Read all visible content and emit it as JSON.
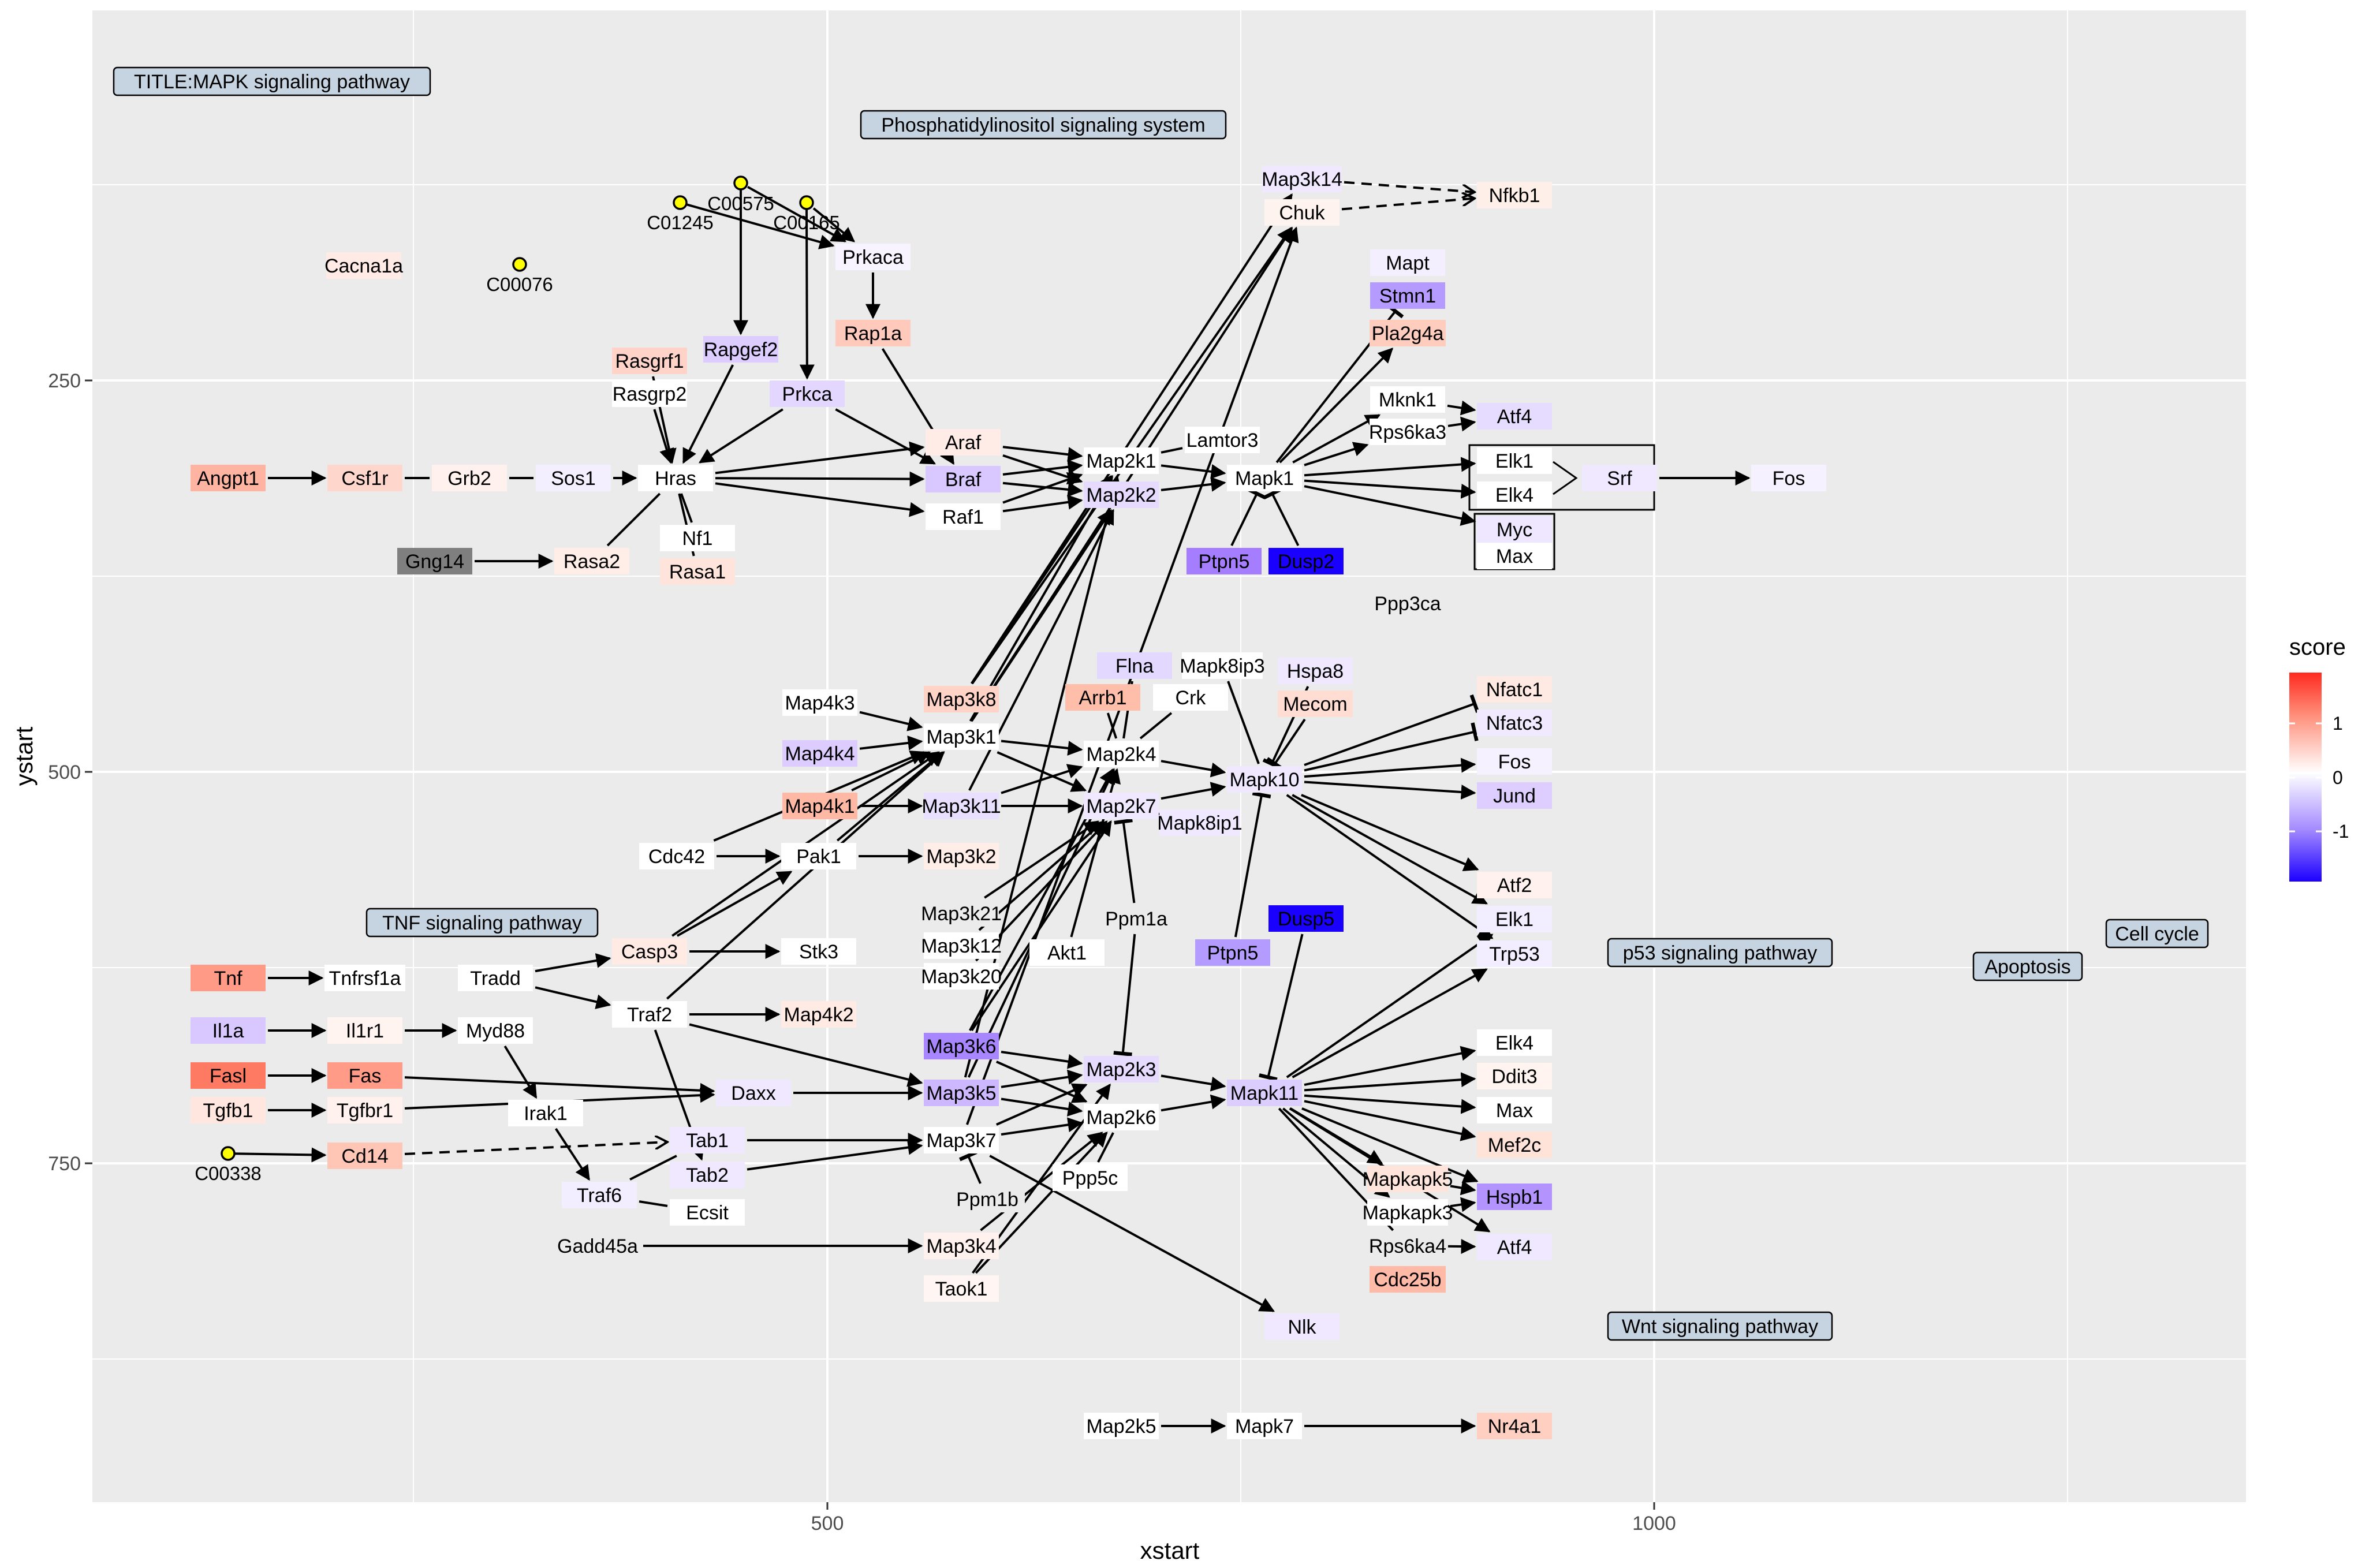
{
  "plot": {
    "xlabel": "xstart",
    "ylabel": "ystart",
    "x_ticks": [
      "500",
      "1000"
    ],
    "y_ticks": [
      "250",
      "500",
      "750"
    ],
    "colors": {
      "panel": "#ebebeb",
      "grid": "#ffffff",
      "edge": "#000000",
      "compound_fill": "#ffff00",
      "pathway_fill": "#c6d4e1"
    }
  },
  "legend": {
    "title": "score",
    "ticks": [
      "1",
      "0",
      "-1"
    ],
    "gradient": {
      "high": "#ff2a20",
      "mid": "#ffffff",
      "low": "#1c00ff"
    }
  },
  "pathway_nodes": [
    {
      "id": "title",
      "label": "TITLE:MAPK signaling pathway"
    },
    {
      "id": "pi",
      "label": "Phosphatidylinositol signaling system"
    },
    {
      "id": "tnf",
      "label": "TNF signaling pathway"
    },
    {
      "id": "p53",
      "label": "p53 signaling pathway"
    },
    {
      "id": "apop",
      "label": "Apoptosis"
    },
    {
      "id": "cellcycle",
      "label": "Cell cycle"
    },
    {
      "id": "wnt",
      "label": "Wnt signaling pathway"
    }
  ],
  "compounds": [
    {
      "id": "C01245",
      "label": "C01245"
    },
    {
      "id": "C00575",
      "label": "C00575"
    },
    {
      "id": "C00165",
      "label": "C00165"
    },
    {
      "id": "C00076",
      "label": "C00076"
    },
    {
      "id": "C00338",
      "label": "C00338"
    }
  ],
  "genes": [
    {
      "id": "Cacna1a",
      "label": "Cacna1a",
      "fill": "#ffeae6"
    },
    {
      "id": "Rapgef2",
      "label": "Rapgef2",
      "fill": "#dcccff"
    },
    {
      "id": "Prkaca",
      "label": "Prkaca",
      "fill": "#f7f3ff"
    },
    {
      "id": "Rap1a",
      "label": "Rap1a",
      "fill": "#ffc9bb"
    },
    {
      "id": "Rasgrf1",
      "label": "Rasgrf1",
      "fill": "#ffd3c8"
    },
    {
      "id": "Rasgrp2",
      "label": "Rasgrp2",
      "fill": "#ffffff"
    },
    {
      "id": "Prkca",
      "label": "Prkca",
      "fill": "#e3d6ff"
    },
    {
      "id": "Angpt1",
      "label": "Angpt1",
      "fill": "#ffb3a1"
    },
    {
      "id": "Csf1r",
      "label": "Csf1r",
      "fill": "#ffd6cb"
    },
    {
      "id": "Grb2",
      "label": "Grb2",
      "fill": "#fff1ed"
    },
    {
      "id": "Sos1",
      "label": "Sos1",
      "fill": "#f4efff"
    },
    {
      "id": "Hras",
      "label": "Hras",
      "fill": "#ffffff"
    },
    {
      "id": "Nf1",
      "label": "Nf1",
      "fill": "#ffffff"
    },
    {
      "id": "Rasa1",
      "label": "Rasa1",
      "fill": "#ffe4dc"
    },
    {
      "id": "Gng14",
      "label": "Gng14",
      "fill": "#7f7f7f"
    },
    {
      "id": "Rasa2",
      "label": "Rasa2",
      "fill": "#ffede8"
    },
    {
      "id": "Araf",
      "label": "Araf",
      "fill": "#ffece6"
    },
    {
      "id": "Braf",
      "label": "Braf",
      "fill": "#d9c8ff"
    },
    {
      "id": "Raf1",
      "label": "Raf1",
      "fill": "#ffffff"
    },
    {
      "id": "Map2k1",
      "label": "Map2k1",
      "fill": "#ffffff"
    },
    {
      "id": "Map2k2",
      "label": "Map2k2",
      "fill": "#e6dbff"
    },
    {
      "id": "Lamtor3",
      "label": "Lamtor3",
      "fill": "#ffffff"
    },
    {
      "id": "Mapk1",
      "label": "Mapk1",
      "fill": "#ffffff"
    },
    {
      "id": "Ptpn5a",
      "label": "Ptpn5",
      "fill": "#a57dff"
    },
    {
      "id": "Dusp2",
      "label": "Dusp2",
      "fill": "#1a00ff"
    },
    {
      "id": "Map3k14",
      "label": "Map3k14",
      "fill": "#efe8ff"
    },
    {
      "id": "Chuk",
      "label": "Chuk",
      "fill": "#fff3ef"
    },
    {
      "id": "Nfkb1",
      "label": "Nfkb1",
      "fill": "#ffefe9"
    },
    {
      "id": "Mapt",
      "label": "Mapt",
      "fill": "#f4efff"
    },
    {
      "id": "Stmn1",
      "label": "Stmn1",
      "fill": "#b59aff"
    },
    {
      "id": "Pla2g4a",
      "label": "Pla2g4a",
      "fill": "#ffcdbd"
    },
    {
      "id": "Mknk1",
      "label": "Mknk1",
      "fill": "#ffffff"
    },
    {
      "id": "Rps6ka3",
      "label": "Rps6ka3",
      "fill": "#ffffff"
    },
    {
      "id": "Atf4a",
      "label": "Atf4",
      "fill": "#e6dcff"
    },
    {
      "id": "Elk1a",
      "label": "Elk1",
      "fill": "#ffffff"
    },
    {
      "id": "Elk4a",
      "label": "Elk4",
      "fill": "#ffffff"
    },
    {
      "id": "Srf",
      "label": "Srf",
      "fill": "#efe8ff"
    },
    {
      "id": "Fosa",
      "label": "Fos",
      "fill": "#f5f1ff"
    },
    {
      "id": "Myc",
      "label": "Myc",
      "fill": "#efe7ff"
    },
    {
      "id": "Maxa",
      "label": "Max",
      "fill": "#ffffff"
    },
    {
      "id": "Ppp3ca",
      "label": "Ppp3ca",
      "fill": "#ebebeb"
    },
    {
      "id": "Map4k3",
      "label": "Map4k3",
      "fill": "#ffffff"
    },
    {
      "id": "Map4k4",
      "label": "Map4k4",
      "fill": "#dcccff"
    },
    {
      "id": "Map4k1",
      "label": "Map4k1",
      "fill": "#ffb8a4"
    },
    {
      "id": "Map3k8",
      "label": "Map3k8",
      "fill": "#ffd3c6"
    },
    {
      "id": "Map3k1",
      "label": "Map3k1",
      "fill": "#ffffff"
    },
    {
      "id": "Map3k11",
      "label": "Map3k11",
      "fill": "#e9e0ff"
    },
    {
      "id": "Arrb1",
      "label": "Arrb1",
      "fill": "#ffbeaa"
    },
    {
      "id": "Flna",
      "label": "Flna",
      "fill": "#e3d8ff"
    },
    {
      "id": "Mapk8ip3",
      "label": "Mapk8ip3",
      "fill": "#ffffff"
    },
    {
      "id": "Crk",
      "label": "Crk",
      "fill": "#ffffff"
    },
    {
      "id": "Hspa8",
      "label": "Hspa8",
      "fill": "#efe8ff"
    },
    {
      "id": "Mecom",
      "label": "Mecom",
      "fill": "#ffddd2"
    },
    {
      "id": "Map2k4",
      "label": "Map2k4",
      "fill": "#ffffff"
    },
    {
      "id": "Map2k7",
      "label": "Map2k7",
      "fill": "#efe8ff"
    },
    {
      "id": "Mapk8ip1",
      "label": "Mapk8ip1",
      "fill": "#efe8ff"
    },
    {
      "id": "Mapk10",
      "label": "Mapk10",
      "fill": "#efe8ff"
    },
    {
      "id": "Nfatc1",
      "label": "Nfatc1",
      "fill": "#ffeae3"
    },
    {
      "id": "Nfatc3",
      "label": "Nfatc3",
      "fill": "#f1eaff"
    },
    {
      "id": "Fosb",
      "label": "Fos",
      "fill": "#f5f1ff"
    },
    {
      "id": "Jund",
      "label": "Jund",
      "fill": "#ddceff"
    },
    {
      "id": "Cdc42",
      "label": "Cdc42",
      "fill": "#ffffff"
    },
    {
      "id": "Pak1",
      "label": "Pak1",
      "fill": "#ffffff"
    },
    {
      "id": "Map3k2",
      "label": "Map3k2",
      "fill": "#ffede7"
    },
    {
      "id": "Map3k21",
      "label": "Map3k21",
      "fill": "#ebebeb"
    },
    {
      "id": "Map3k12",
      "label": "Map3k12",
      "fill": "#ffffff"
    },
    {
      "id": "Map3k20",
      "label": "Map3k20",
      "fill": "#ffffff"
    },
    {
      "id": "Ppm1a",
      "label": "Ppm1a",
      "fill": "#ebebeb"
    },
    {
      "id": "Akt1",
      "label": "Akt1",
      "fill": "#ffffff"
    },
    {
      "id": "Stk3",
      "label": "Stk3",
      "fill": "#ffffff"
    },
    {
      "id": "Casp3",
      "label": "Casp3",
      "fill": "#ffeae4"
    },
    {
      "id": "Dusp5",
      "label": "Dusp5",
      "fill": "#1a00ff"
    },
    {
      "id": "Ptpn5b",
      "label": "Ptpn5",
      "fill": "#b49bff"
    },
    {
      "id": "Atf2",
      "label": "Atf2",
      "fill": "#fff2ee"
    },
    {
      "id": "Elk1b",
      "label": "Elk1",
      "fill": "#f3eeff"
    },
    {
      "id": "Trp53",
      "label": "Trp53",
      "fill": "#f3eeff"
    },
    {
      "id": "Tnf",
      "label": "Tnf",
      "fill": "#ff9a86"
    },
    {
      "id": "Tnfrsf1a",
      "label": "Tnfrsf1a",
      "fill": "#ffffff"
    },
    {
      "id": "Tradd",
      "label": "Tradd",
      "fill": "#ffffff"
    },
    {
      "id": "Traf2",
      "label": "Traf2",
      "fill": "#ffffff"
    },
    {
      "id": "Map4k2",
      "label": "Map4k2",
      "fill": "#ffeae4"
    },
    {
      "id": "Il1a",
      "label": "Il1a",
      "fill": "#d9c8ff"
    },
    {
      "id": "Il1r1",
      "label": "Il1r1",
      "fill": "#fff4f0"
    },
    {
      "id": "Myd88",
      "label": "Myd88",
      "fill": "#ffffff"
    },
    {
      "id": "Fasl",
      "label": "Fasl",
      "fill": "#ff7a63"
    },
    {
      "id": "Fas",
      "label": "Fas",
      "fill": "#ff9b86"
    },
    {
      "id": "Tgfb1",
      "label": "Tgfb1",
      "fill": "#ffe6df"
    },
    {
      "id": "Tgfbr1",
      "label": "Tgfbr1",
      "fill": "#fff2ee"
    },
    {
      "id": "Irak1",
      "label": "Irak1",
      "fill": "#ffffff"
    },
    {
      "id": "Daxx",
      "label": "Daxx",
      "fill": "#efe8ff"
    },
    {
      "id": "Map3k6",
      "label": "Map3k6",
      "fill": "#a886ff"
    },
    {
      "id": "Map3k5",
      "label": "Map3k5",
      "fill": "#cdb7ff"
    },
    {
      "id": "Map2k3",
      "label": "Map2k3",
      "fill": "#e6dbff"
    },
    {
      "id": "Map2k6",
      "label": "Map2k6",
      "fill": "#ffffff"
    },
    {
      "id": "Mapk11",
      "label": "Mapk11",
      "fill": "#dccdff"
    },
    {
      "id": "Cd14",
      "label": "Cd14",
      "fill": "#ffc6b6"
    },
    {
      "id": "Tab1",
      "label": "Tab1",
      "fill": "#efe8ff"
    },
    {
      "id": "Tab2",
      "label": "Tab2",
      "fill": "#efe8ff"
    },
    {
      "id": "Map3k7",
      "label": "Map3k7",
      "fill": "#ffffff"
    },
    {
      "id": "Traf6",
      "label": "Traf6",
      "fill": "#f3eeff"
    },
    {
      "id": "Ecsit",
      "label": "Ecsit",
      "fill": "#ffffff"
    },
    {
      "id": "Ppm1b",
      "label": "Ppm1b",
      "fill": "#ebebeb"
    },
    {
      "id": "Ppp5c",
      "label": "Ppp5c",
      "fill": "#ffffff"
    },
    {
      "id": "Gadd45a",
      "label": "Gadd45a",
      "fill": "#ebebeb"
    },
    {
      "id": "Map3k4",
      "label": "Map3k4",
      "fill": "#fff2ee"
    },
    {
      "id": "Taok1",
      "label": "Taok1",
      "fill": "#fff6f3"
    },
    {
      "id": "Nlk",
      "label": "Nlk",
      "fill": "#efe8ff"
    },
    {
      "id": "Elk4b",
      "label": "Elk4",
      "fill": "#ffffff"
    },
    {
      "id": "Ddit3",
      "label": "Ddit3",
      "fill": "#fff4f0"
    },
    {
      "id": "Maxb",
      "label": "Max",
      "fill": "#ffffff"
    },
    {
      "id": "Mef2c",
      "label": "Mef2c",
      "fill": "#ffe2d8"
    },
    {
      "id": "Mapkapk5",
      "label": "Mapkapk5",
      "fill": "#ffe4dc"
    },
    {
      "id": "Hspb1",
      "label": "Hspb1",
      "fill": "#b394ff"
    },
    {
      "id": "Mapkapk3",
      "label": "Mapkapk3",
      "fill": "#ffffff"
    },
    {
      "id": "Rps6ka4",
      "label": "Rps6ka4",
      "fill": "#ebebeb"
    },
    {
      "id": "Atf4b",
      "label": "Atf4",
      "fill": "#efe8ff"
    },
    {
      "id": "Cdc25b",
      "label": "Cdc25b",
      "fill": "#ffb9a7"
    },
    {
      "id": "Map2k5",
      "label": "Map2k5",
      "fill": "#ffffff"
    },
    {
      "id": "Mapk7",
      "label": "Mapk7",
      "fill": "#ffffff"
    },
    {
      "id": "Nr4a1",
      "label": "Nr4a1",
      "fill": "#ffd0c1"
    }
  ]
}
